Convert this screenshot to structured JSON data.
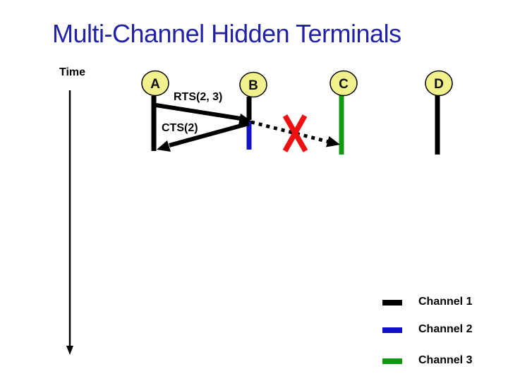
{
  "title": {
    "text": "Multi-Channel Hidden Terminals",
    "color": "#2222A6"
  },
  "time_axis": {
    "label": "Time"
  },
  "nodes": {
    "fill": "#F0F08C",
    "border_color": "#000000",
    "items": [
      {
        "label": "A"
      },
      {
        "label": "B"
      },
      {
        "label": "C"
      },
      {
        "label": "D"
      }
    ]
  },
  "messages": {
    "rts_label": "RTS(2, 3)",
    "cts_label": "CTS(2)",
    "arrow_color": "#000000"
  },
  "collision": {
    "color": "#EE1111"
  },
  "channels": [
    {
      "label": "Channel 1",
      "color": "#000000"
    },
    {
      "label": "Channel 2",
      "color": "#1111C8"
    },
    {
      "label": "Channel 3",
      "color": "#119911"
    }
  ]
}
